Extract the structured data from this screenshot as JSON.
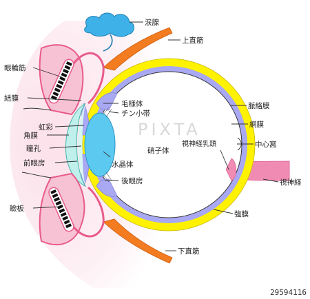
{
  "diagram": {
    "labels": {
      "lacrimal_gland": "涙腺",
      "superior_rectus": "上直筋",
      "orbicularis_oculi": "眼輪筋",
      "conjunctiva": "結膜",
      "ciliary_body": "毛様体",
      "zinn_zonule": "チン小帯",
      "choroid": "脈絡膜",
      "iris": "虹彩",
      "retina": "網膜",
      "cornea": "角膜",
      "fovea": "中心窩",
      "optic_disc": "視神経乳頭",
      "vitreous": "硝子体",
      "pupil": "瞳孔",
      "lens": "水晶体",
      "anterior_chamber": "前眼房",
      "posterior_chamber": "後眼房",
      "optic_nerve": "視神経",
      "sclera": "強膜",
      "tarsal_plate": "瞼板",
      "inferior_rectus": "下直筋"
    },
    "colors": {
      "sclera": "#fff200",
      "choroid": "#a9a8f2",
      "retina": "#ffffff",
      "optic_nerve": "#f08cb4",
      "muscle": "#f47c20",
      "lens": "#5cc9f0",
      "cornea": "#bff0ec",
      "lacrimal_gland": "#3db1e8",
      "eyelid_tissue": "#f7c3d4",
      "eyelid_outline": "#e85a8a",
      "tarsal_gland": "#111111"
    }
  },
  "watermark": {
    "text": "PIXTA",
    "id": "29594116"
  }
}
